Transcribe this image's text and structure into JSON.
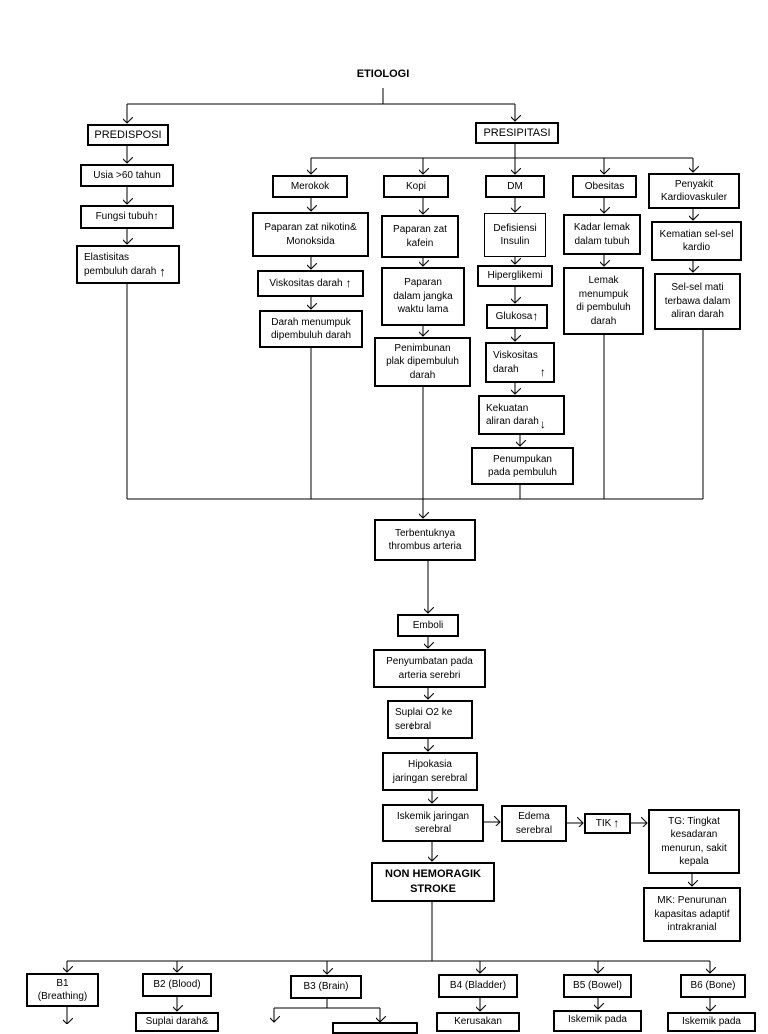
{
  "title": "ETIOLOGI",
  "predisposisi": {
    "label": "PREDISPOSI",
    "usia": "Usia >60 tahun",
    "fungsi": "Fungsi tubuh",
    "elastisitas": "Elastisitas\npembuluh darah"
  },
  "presipitasi": {
    "label": "PRESIPITASI",
    "merokok": {
      "label": "Merokok",
      "paparan": "Paparan zat nikotin&\nMonoksida",
      "viskositas": "Viskositas darah",
      "darah": "Darah menumpuk\ndipembuluh darah"
    },
    "kopi": {
      "label": "Kopi",
      "paparan": "Paparan zat\nkafein",
      "jangka": "Paparan\ndalam jangka\nwaktu lama",
      "plak": "Penimbunan\nplak dipembuluh\ndarah"
    },
    "dm": {
      "label": "DM",
      "defisiensi": "Defisiensi\nInsulin",
      "hiperglikemi": "Hiperglikemi",
      "glukosa": "Glukosa",
      "viskositas": "Viskositas\ndarah",
      "kekuatan": "Kekuatan\naliran darah",
      "penumpukan": "Penumpukan\npada pembuluh"
    },
    "obesitas": {
      "label": "Obesitas",
      "kadar": "Kadar lemak\ndalam tubuh",
      "lemak": "Lemak\nmenumpuk\ndi pembuluh\ndarah"
    },
    "kardio": {
      "label": "Penyakit\nKardiovaskuler",
      "kematian": "Kematian sel-sel\nkardio",
      "selsel": "Sel-sel mati\nterbawa dalam\naliran darah"
    }
  },
  "flow": {
    "thrombus": "Terbentuknya\nthrombus arteria",
    "emboli": "Emboli",
    "penyumbatan": "Penyumbatan pada\narteria serebri",
    "suplai": "Suplai O2 ke\nserebral",
    "hipokasia": "Hipokasia\njaringan serebral",
    "iskemik": "Iskemik jaringan\nserebral",
    "edema": "Edema\nserebral",
    "tik": "TIK",
    "tg": "TG: Tingkat\nkesadaran\nmenurun, sakit\nkepala",
    "mk": "MK: Penurunan\nkapasitas adaptif\nintrakranial",
    "stroke": "NON HEMORAGIK\nSTROKE"
  },
  "bottom": {
    "b1": "B1\n(Breathing)",
    "b2": "B2 (Blood)",
    "b2_sub": "Suplai darah&",
    "b3": "B3 (Brain)",
    "b4": "B4 (Bladder)",
    "b4_sub": "Kerusakan",
    "b5": "B5 (Bowel)",
    "b5_sub": "Iskemik pada",
    "b6": "B6 (Bone)",
    "b6_sub": "Iskemik pada"
  },
  "arrows": {
    "up": "↑",
    "down": "↓"
  }
}
